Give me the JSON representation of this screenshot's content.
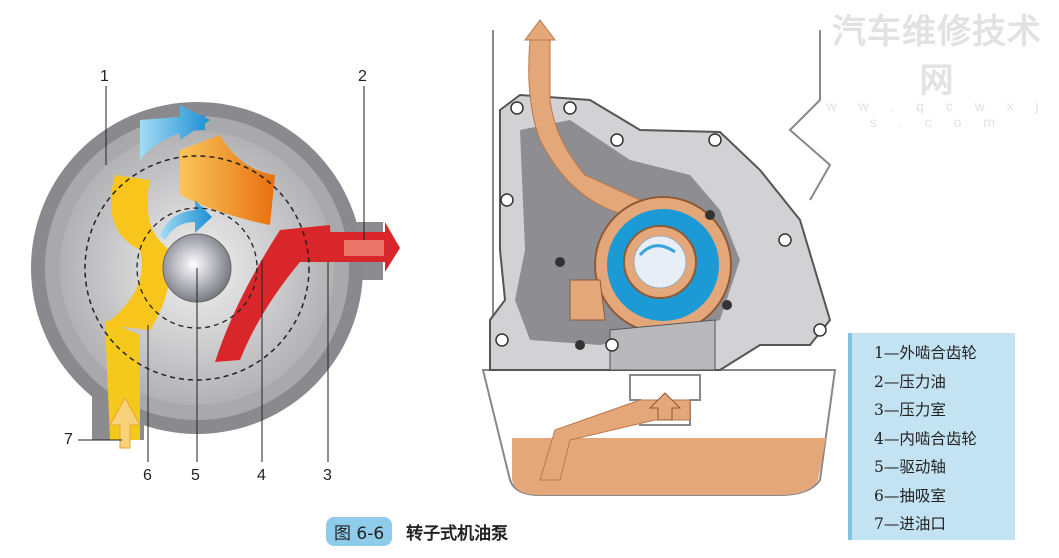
{
  "watermark": {
    "title": "汽车维修技术网",
    "url": "w w . q c w x j s . c o m"
  },
  "callouts": [
    "1",
    "2",
    "3",
    "4",
    "5",
    "6",
    "7"
  ],
  "legend": [
    "1—外啮合齿轮",
    "2—压力油",
    "3—压力室",
    "4—内啮合齿轮",
    "5—驱动轴",
    "6—抽吸室",
    "7—进油口"
  ],
  "caption": {
    "figure": "图 6-6",
    "title": "转子式机油泵"
  },
  "colors": {
    "oil": "#e4a77a",
    "pressure": "#d9262b",
    "suction": "#f7c51c",
    "arrow": "#3aa4dc",
    "legend_bg": "#c3e3f3"
  }
}
